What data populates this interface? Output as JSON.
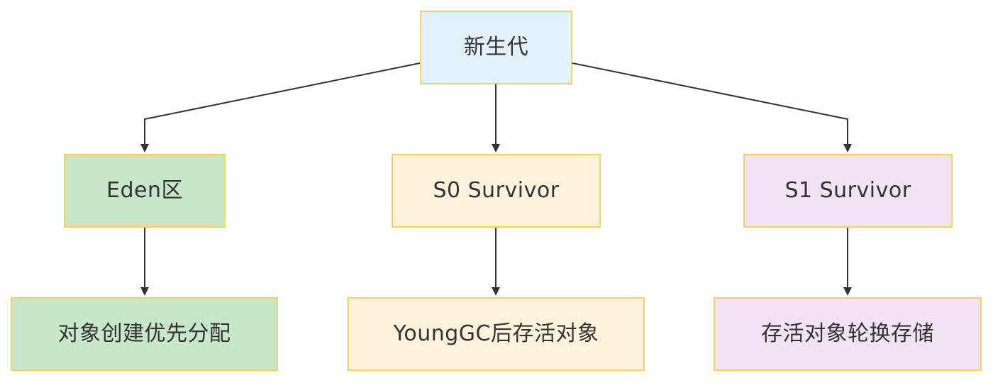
{
  "colors": {
    "root_fill": "#e3f1fd",
    "eden_fill": "#c8e6c9",
    "s0_fill": "#fff2dd",
    "s1_fill": "#f1e3f5",
    "node_border": "#f1d36a",
    "edge": "#333333",
    "text": "#333333"
  },
  "nodes": {
    "root": {
      "label": "新生代"
    },
    "eden": {
      "label": "Eden区"
    },
    "s0": {
      "label": "S0 Survivor"
    },
    "s1": {
      "label": "S1 Survivor"
    },
    "eden_desc": {
      "label": "对象创建优先分配"
    },
    "s0_desc": {
      "label": "YoungGC后存活对象"
    },
    "s1_desc": {
      "label": "存活对象轮换存储"
    }
  },
  "edges": [
    {
      "from": "root",
      "to": "eden"
    },
    {
      "from": "root",
      "to": "s0"
    },
    {
      "from": "root",
      "to": "s1"
    },
    {
      "from": "eden",
      "to": "eden_desc"
    },
    {
      "from": "s0",
      "to": "s0_desc"
    },
    {
      "from": "s1",
      "to": "s1_desc"
    }
  ]
}
